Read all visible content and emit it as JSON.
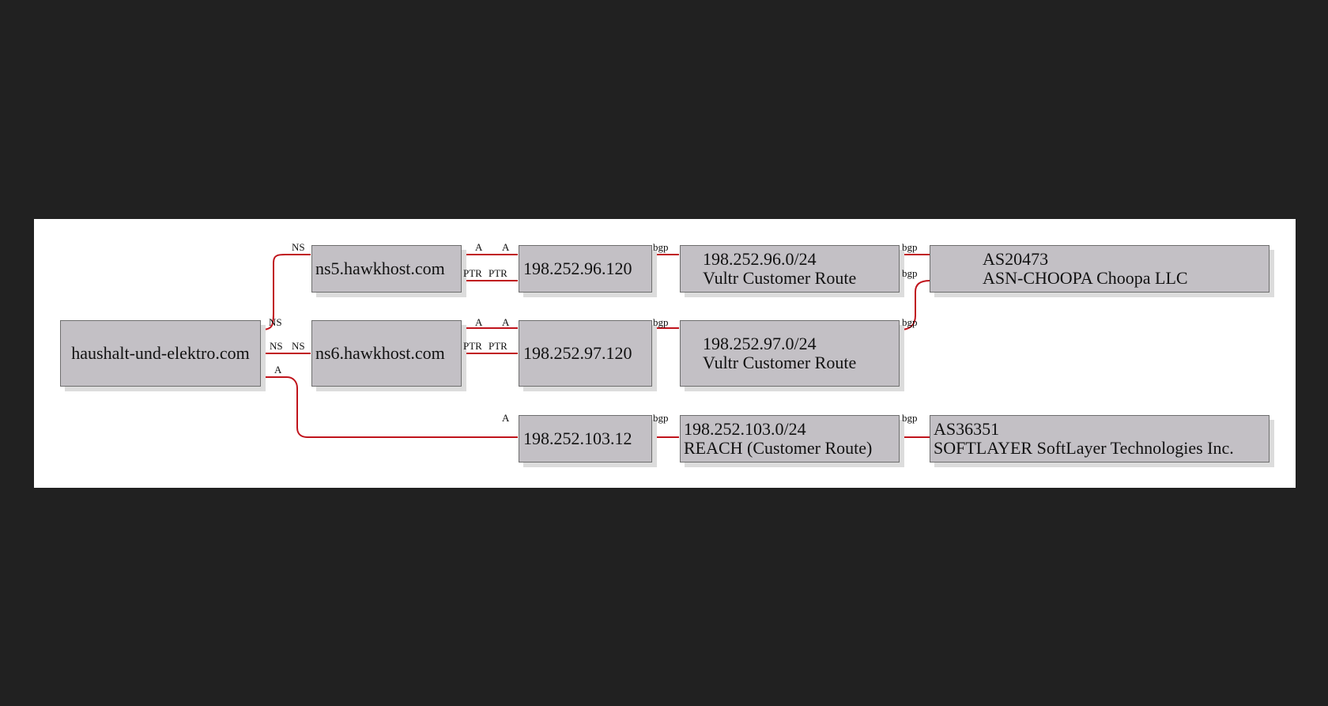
{
  "colors": {
    "edge": "#c0141c",
    "node_fill": "#c3c0c5",
    "node_border": "#6e6e6e",
    "page_background": "#212121",
    "canvas_background": "#ffffff"
  },
  "nodes": {
    "domain": {
      "line1": "haushalt-und-elektro.com"
    },
    "ns5": {
      "line1": "ns5.hawkhost.com"
    },
    "ns6": {
      "line1": "ns6.hawkhost.com"
    },
    "ip96": {
      "line1": "198.252.96.120"
    },
    "ip97": {
      "line1": "198.252.97.120"
    },
    "ip103": {
      "line1": "198.252.103.12"
    },
    "net96": {
      "line1": "198.252.96.0/24",
      "line2": "Vultr Customer Route"
    },
    "net97": {
      "line1": "198.252.97.0/24",
      "line2": "Vultr Customer Route"
    },
    "net103": {
      "line1": "198.252.103.0/24",
      "line2": "REACH (Customer Route)"
    },
    "as20473": {
      "line1": "AS20473",
      "line2": "ASN-CHOOPA Choopa LLC"
    },
    "as36351": {
      "line1": "AS36351",
      "line2": "SOFTLAYER SoftLayer Technologies Inc."
    }
  },
  "edge_labels": {
    "ns": "NS",
    "a": "A",
    "ptr": "PTR",
    "bgp": "bgp"
  }
}
